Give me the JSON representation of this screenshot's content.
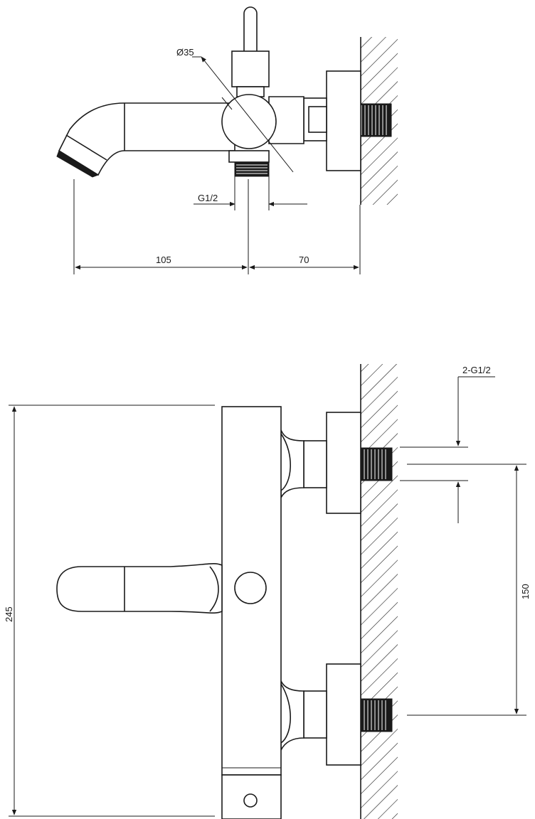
{
  "side_view": {
    "diameter_label": "Ø35",
    "thread_label": "G1/2",
    "dim_spout": "105",
    "dim_wall": "70"
  },
  "front_view": {
    "inlet_thread_label": "2-G1/2",
    "height_label": "245",
    "inlet_spacing_label": "150"
  }
}
